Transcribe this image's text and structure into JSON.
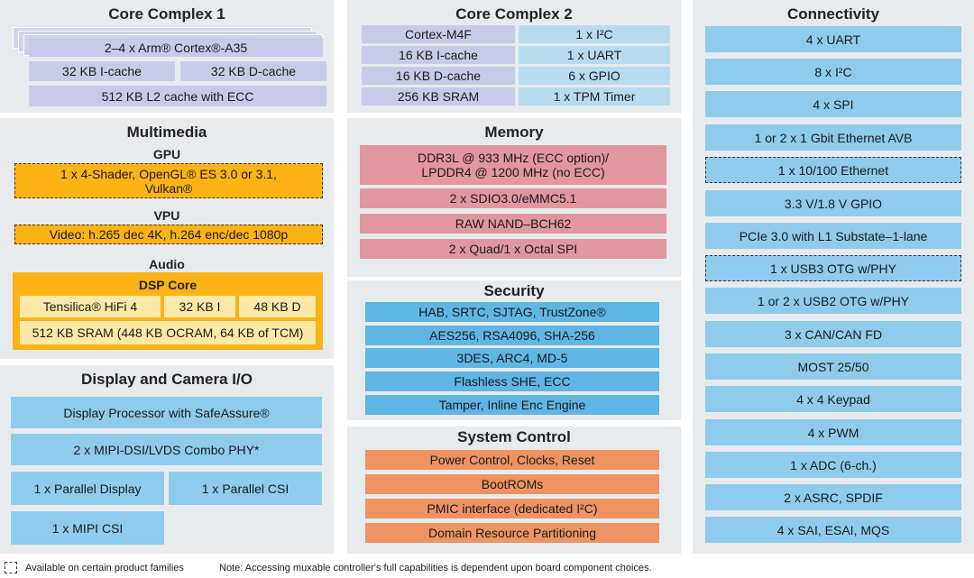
{
  "core1": {
    "title": "Core Complex 1",
    "cores": "2–4 x Arm® Cortex®-A35",
    "icache": "32 KB I-cache",
    "dcache": "32 KB D-cache",
    "l2": "512 KB L2 cache with ECC"
  },
  "core2": {
    "title": "Core Complex 2",
    "left": [
      "Cortex-M4F",
      "16 KB I-cache",
      "16 KB D-cache",
      "256 KB SRAM"
    ],
    "right": [
      "1 x I²C",
      "1 x UART",
      "6 x GPIO",
      "1 x TPM Timer"
    ]
  },
  "connectivity": {
    "title": "Connectivity",
    "items": [
      "4 x UART",
      "8 x I²C",
      "4 x SPI",
      "1 or 2 x 1 Gbit Ethernet AVB",
      "1 x 10/100 Ethernet",
      "3.3 V/1.8 V GPIO",
      "PCIe 3.0 with L1 Substate–1-lane",
      "1 x USB3 OTG w/PHY",
      "1 or 2 x USB2 OTG w/PHY",
      "3 x CAN/CAN FD",
      "MOST 25/50",
      "4 x 4 Keypad",
      "4 x PWM",
      "1 x ADC (6-ch.)",
      "2 x ASRC, SPDIF",
      "4 x SAI, ESAI, MQS"
    ]
  },
  "multimedia": {
    "title": "Multimedia",
    "gpu_label": "GPU",
    "gpu_text": "1 x 4-Shader, OpenGL® ES 3.0 or 3.1, Vulkan®",
    "vpu_label": "VPU",
    "vpu_text": "Video: h.265 dec 4K, h.264 enc/dec 1080p",
    "audio_label": "Audio",
    "dsp_label": "DSP Core",
    "dsp_core": "Tensilica® HiFi 4",
    "dsp_icache": "32 KB I",
    "dsp_dcache": "48 KB D",
    "dsp_sram": "512 KB SRAM (448 KB OCRAM, 64 KB of TCM)"
  },
  "memory": {
    "title": "Memory",
    "items": [
      "DDR3L @ 933 MHz (ECC option)/ LPDDR4 @ 1200 MHz (no ECC)",
      "2 x SDIO3.0/eMMC5.1",
      "RAW NAND–BCH62",
      "2 x Quad/1 x Octal SPI"
    ]
  },
  "security": {
    "title": "Security",
    "items": [
      "HAB, SRTC, SJTAG, TrustZone®",
      "AES256, RSA4096, SHA-256",
      "3DES, ARC4, MD-5",
      "Flashless SHE, ECC",
      "Tamper, Inline Enc Engine"
    ]
  },
  "system": {
    "title": "System Control",
    "items": [
      "Power Control, Clocks, Reset",
      "BootROMs",
      "PMIC interface (dedicated I²C)",
      "Domain Resource Partitioning"
    ]
  },
  "display": {
    "title": "Display and Camera I/O",
    "processor": "Display Processor with SafeAssure®",
    "mipi_dsi": "2 x MIPI-DSI/LVDS Combo PHY*",
    "parallel_display": "1 x Parallel Display",
    "parallel_csi": "1 x Parallel CSI",
    "mipi_csi": "1 x MIPI CSI"
  },
  "footer": {
    "legend": "Available on certain product families",
    "note": "Note: Accessing muxable controller's full capabilities is dependent upon board component choices."
  },
  "colors": {
    "panel": "#e8ebee",
    "lavender": "#c8cbe8",
    "light_blue": "#b7dcf0",
    "blue": "#8fcbec",
    "security_blue": "#5fb6e4",
    "pink": "#e2969f",
    "orange": "#ef9362",
    "gold": "#fbb316",
    "cream": "#fde9a7"
  }
}
